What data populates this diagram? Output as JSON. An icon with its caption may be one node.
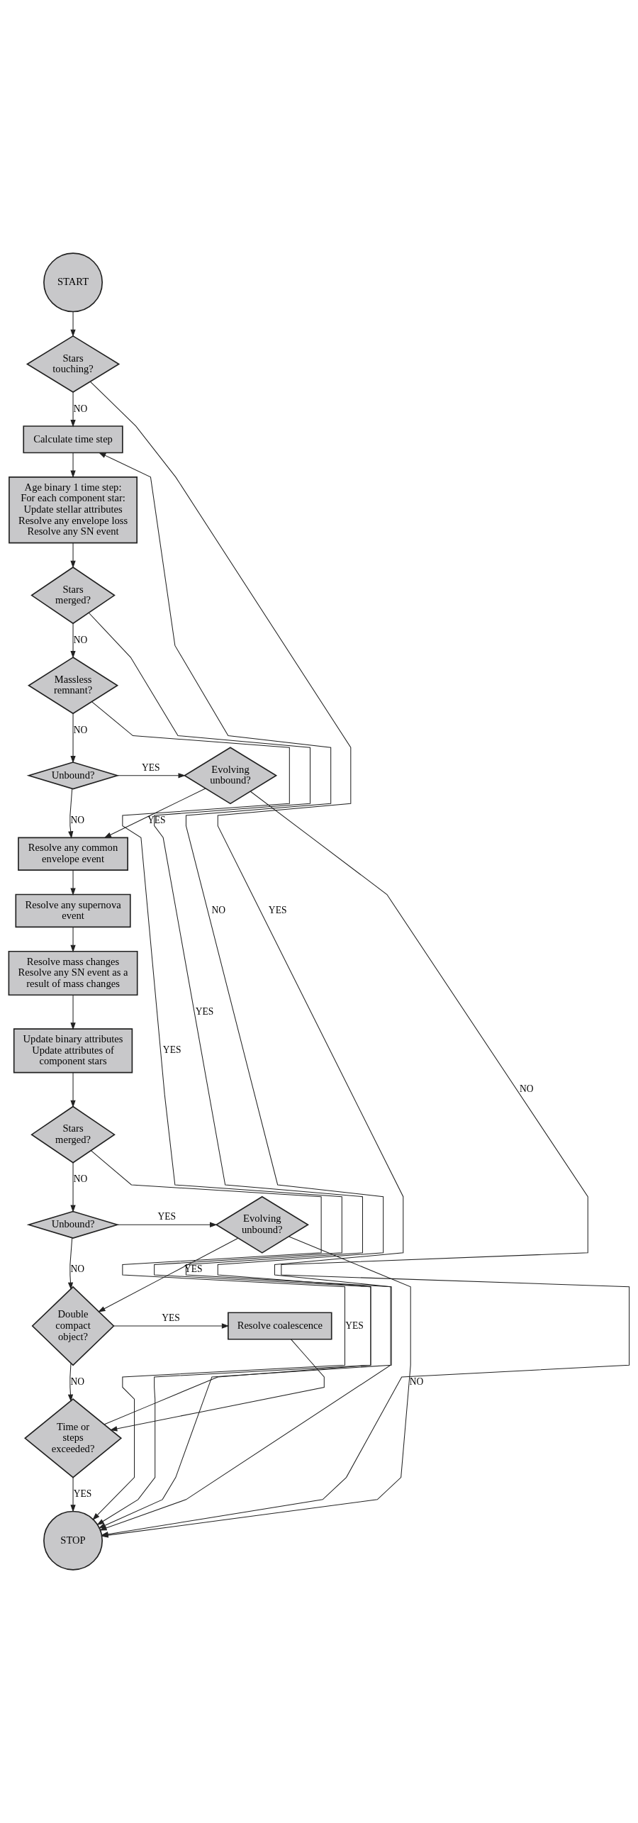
{
  "diagram": {
    "nodes": [
      {
        "text": [
          "START"
        ]
      },
      {
        "text": [
          "Stars touching?"
        ]
      },
      {
        "text": [
          "Calculate time step"
        ]
      },
      {
        "text": [
          "Age binary 1 time step:",
          "For each component star:",
          "Update stellar attributes Resolve any envelope loss Resolve any SN event"
        ]
      },
      {
        "text": [
          "Stars merged?"
        ]
      },
      {
        "text": [
          "Massless remnant?"
        ]
      },
      {
        "text": [
          "Unbound?"
        ]
      },
      {
        "text": [
          "Evolving unbound?"
        ]
      },
      {
        "text": [
          "Resolve any common envelope event"
        ]
      },
      {
        "text": [
          "Resolve any supernova event"
        ]
      },
      {
        "text": [
          "Resolve mass changes Resolve any SN event as a result of mass changes"
        ]
      },
      {
        "text": [
          "Update binary attributes Update attributes of component stars"
        ]
      },
      {
        "text": [
          "Stars merged?"
        ]
      },
      {
        "text": [
          "Unbound?"
        ]
      },
      {
        "text": [
          "Evolving unbound?"
        ]
      },
      {
        "text": [
          "Double compact object?"
        ]
      },
      {
        "text": [
          "Resolve coalescence"
        ]
      },
      {
        "text": [
          "Time or steps exceeded?"
        ]
      },
      {
        "text": [
          "STOP"
        ]
      }
    ],
    "edges": [
      {
        "from": 0,
        "to": 1,
        "arrow": "to"
      },
      {
        "from": 1,
        "to": 2,
        "arrow": "to",
        "label": "NO"
      },
      {
        "from": 1,
        "to": 18,
        "arrow": "to",
        "label": "YES"
      },
      {
        "from": 2,
        "to": 3,
        "arrow": "to"
      },
      {
        "from": 3,
        "to": 4,
        "arrow": "to"
      },
      {
        "from": 4,
        "to": 18,
        "arrow": "to",
        "label": "YES"
      },
      {
        "from": 4,
        "to": 5,
        "arrow": "to",
        "label": "NO"
      },
      {
        "from": 5,
        "to": 18,
        "arrow": "to",
        "label": "YES"
      },
      {
        "from": 5,
        "to": 6,
        "arrow": "to",
        "label": "NO"
      },
      {
        "from": 6,
        "to": 7,
        "arrow": "to",
        "label": "YES"
      },
      {
        "from": 6,
        "to": 8,
        "arrow": "to",
        "label": "NO"
      },
      {
        "from": 7,
        "to": 8,
        "arrow": "to",
        "label": "YES"
      },
      {
        "from": 7,
        "to": 18,
        "arrow": "to",
        "label": "NO"
      },
      {
        "from": 8,
        "to": 9,
        "arrow": "to"
      },
      {
        "from": 9,
        "to": 10,
        "arrow": "to"
      },
      {
        "from": 10,
        "to": 11,
        "arrow": "to"
      },
      {
        "from": 11,
        "to": 12,
        "arrow": "to"
      },
      {
        "from": 12,
        "to": 18,
        "arrow": "to",
        "label": "YES"
      },
      {
        "from": 12,
        "to": 13,
        "arrow": "to",
        "label": "NO"
      },
      {
        "from": 13,
        "to": 14,
        "arrow": "to",
        "label": "YES"
      },
      {
        "from": 13,
        "to": 15,
        "arrow": "to",
        "label": "NO"
      },
      {
        "from": 14,
        "to": 15,
        "arrow": "to",
        "label": "YES"
      },
      {
        "from": 14,
        "to": 18,
        "arrow": "to",
        "label": "NO"
      },
      {
        "from": 15,
        "to": 16,
        "arrow": "to",
        "label": "YES"
      },
      {
        "from": 15,
        "to": 17,
        "arrow": "to",
        "label": "NO"
      },
      {
        "from": 16,
        "to": 17,
        "arrow": "to"
      },
      {
        "from": 17,
        "to": 2,
        "arrow": "to",
        "label": "NO"
      },
      {
        "from": 17,
        "to": 18,
        "arrow": "to",
        "label": "YES"
      }
    ]
  }
}
